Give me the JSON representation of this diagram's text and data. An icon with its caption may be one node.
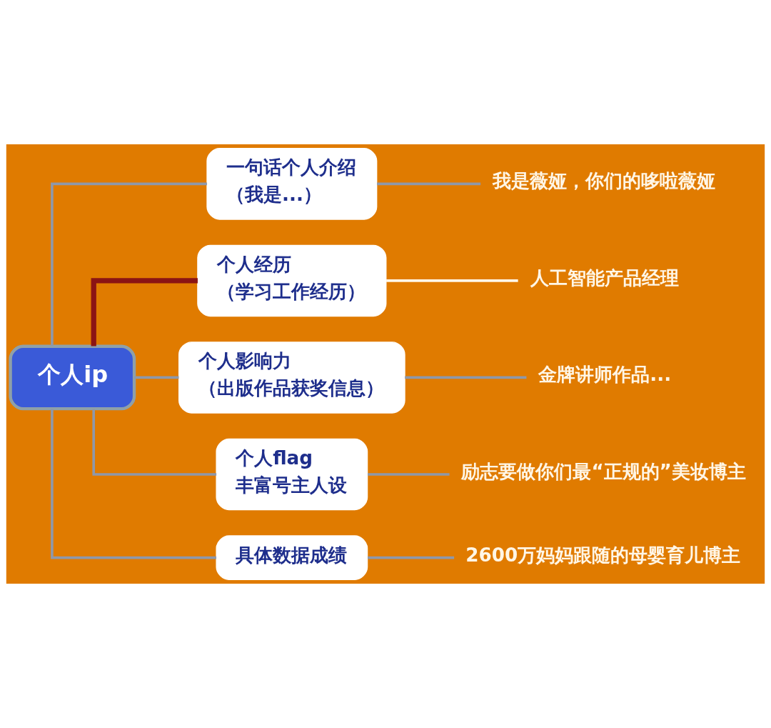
{
  "diagram": {
    "nodes": [
      {
        "text": [
          "个人ip"
        ]
      },
      {
        "text": [
          "一句话个人介绍",
          "（我是...）"
        ]
      },
      {
        "text": [
          "我是薇娅，你们的哆啦薇娅"
        ]
      },
      {
        "text": [
          "个人经历",
          "（学习工作经历）"
        ]
      },
      {
        "text": [
          "人工智能产品经理"
        ]
      },
      {
        "text": [
          "个人影响力",
          "（出版作品获奖信息）"
        ]
      },
      {
        "text": [
          "金牌讲师作品..."
        ]
      },
      {
        "text": [
          "个人flag",
          "丰富号主人设"
        ]
      },
      {
        "text": [
          "励志要做你们最“正规的”美妆博主"
        ]
      },
      {
        "text": [
          "具体数据成绩"
        ]
      },
      {
        "text": [
          "2600万妈妈跟随的母婴育儿博主"
        ]
      }
    ],
    "edges": [
      {
        "from": 0,
        "to": 1,
        "arrow": "none"
      },
      {
        "from": 1,
        "to": 2,
        "arrow": "none"
      },
      {
        "from": 0,
        "to": 3,
        "arrow": "none",
        "style": "thick",
        "color": "#8b1414"
      },
      {
        "from": 3,
        "to": 4,
        "arrow": "none",
        "color": "#fff6e6"
      },
      {
        "from": 0,
        "to": 5,
        "arrow": "none"
      },
      {
        "from": 5,
        "to": 6,
        "arrow": "none"
      },
      {
        "from": 0,
        "to": 7,
        "arrow": "none"
      },
      {
        "from": 7,
        "to": 8,
        "arrow": "none"
      },
      {
        "from": 0,
        "to": 9,
        "arrow": "none"
      },
      {
        "from": 9,
        "to": 10,
        "arrow": "none"
      }
    ]
  }
}
